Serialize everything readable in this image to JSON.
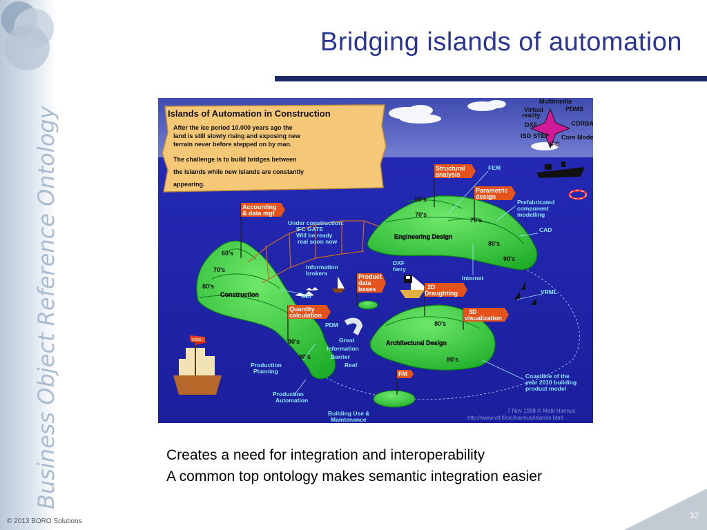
{
  "slide": {
    "title": "Bridging islands of automation",
    "sidebar_text": "Business Object Reference Ontology",
    "copyright": "© 2013 BORO Solutions",
    "page_number": "32",
    "bullets": [
      "Creates a need for integration and interoperability",
      "A common top ontology makes semantic integration easier"
    ]
  },
  "figure": {
    "scroll": {
      "title": "Islands of Automation in Construction",
      "para1": [
        "After the ice period 10.000 years ago the",
        "land is still slowly rising and exposing new",
        "terrain never before stepped on by man."
      ],
      "para2": [
        "The challenge is to build bridges between",
        "the islands while new islands are constantly",
        "appearing."
      ]
    },
    "compass": {
      "top": "Multimedia",
      "virtual": "Virtual",
      "reality": "reality",
      "pdms": "PDMS",
      "dxf": "DXF",
      "corba": "CORBA",
      "isostep": "ISO STEP",
      "coremodel": "Core Model",
      "ifc": "IFC"
    },
    "islands": {
      "construction": "Construction",
      "engineering": "Engineering Design",
      "architectural": "Architectural Design"
    },
    "eras": {
      "c60": "60's",
      "c70": "70's",
      "c80": "80's",
      "e60": "60's",
      "e70a": "70's",
      "e70b": "70's",
      "e80": "80's",
      "e90": "90's",
      "a80": "80's",
      "a90": "90's",
      "p80": "80's",
      "p90": "90's"
    },
    "flags": {
      "accounting1": "Accounting",
      "accounting2": "& data mgt",
      "structural1": "Structural",
      "structural2": "analysis",
      "parametric1": "Parametric",
      "parametric2": "design",
      "product1": "Product",
      "product2": "data",
      "product3": "bases",
      "quantity1": "Quantity",
      "quantity2": "calculation",
      "draughting1": "2D",
      "draughting2": "Draughting",
      "viz1": "3D",
      "viz2": "visualization",
      "fm": "FM",
      "sgml": "SGML"
    },
    "labels": {
      "fem": "FEM",
      "prefab1": "Prefabricated",
      "prefab2": "component",
      "prefab3": "modelling",
      "cad": "CAD",
      "under1": "Under construction:",
      "under2": "IFC GATE",
      "under3": "Will be ready",
      "under4": "real soon now",
      "info1": "Information",
      "info2": "brokers",
      "dxf1": "DXF",
      "dxf2": "ferry",
      "internet": "Internet",
      "vrml": "VRML",
      "edi": "EDI",
      "pdm": "PDM",
      "reef1": "Great",
      "reef2": "Information",
      "reef3": "Barrier",
      "reef4": "Reef",
      "prodplan1": "Production",
      "prodplan2": "Planning",
      "prodauto1": "Production",
      "prodauto2": "Automation",
      "building1": "Building Use &",
      "building2": "Maintenance",
      "coast1": "Coastline of the",
      "coast2": "year 2010 building",
      "coast3": "product model",
      "credit1": "7 Nov 1998 © Matti Hannus",
      "credit2": "http://www.vtt.fi/cic/hannus/islands.html"
    }
  }
}
